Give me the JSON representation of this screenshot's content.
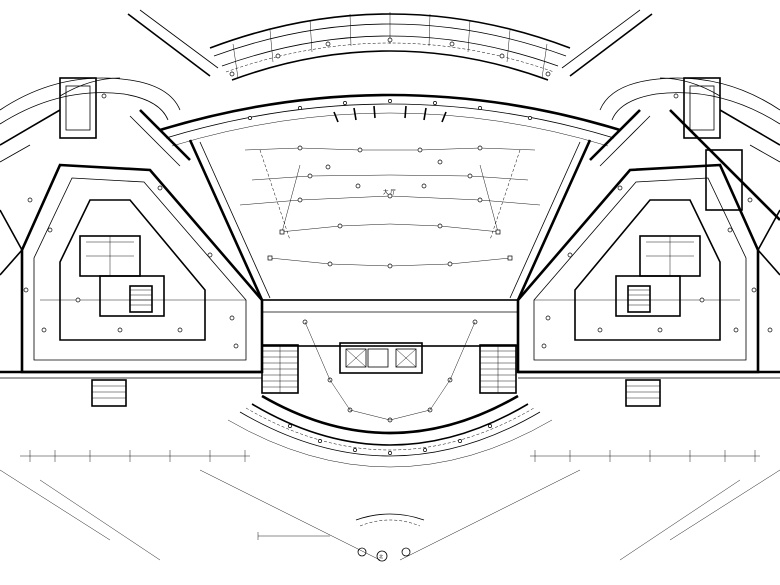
{
  "drawing": {
    "type": "electrical lighting floor plan (architectural CAD)",
    "stroke_color": "#000000",
    "background_color": "#ffffff"
  },
  "texts": {
    "hall_label": "大 厅",
    "north_mark": "北"
  }
}
